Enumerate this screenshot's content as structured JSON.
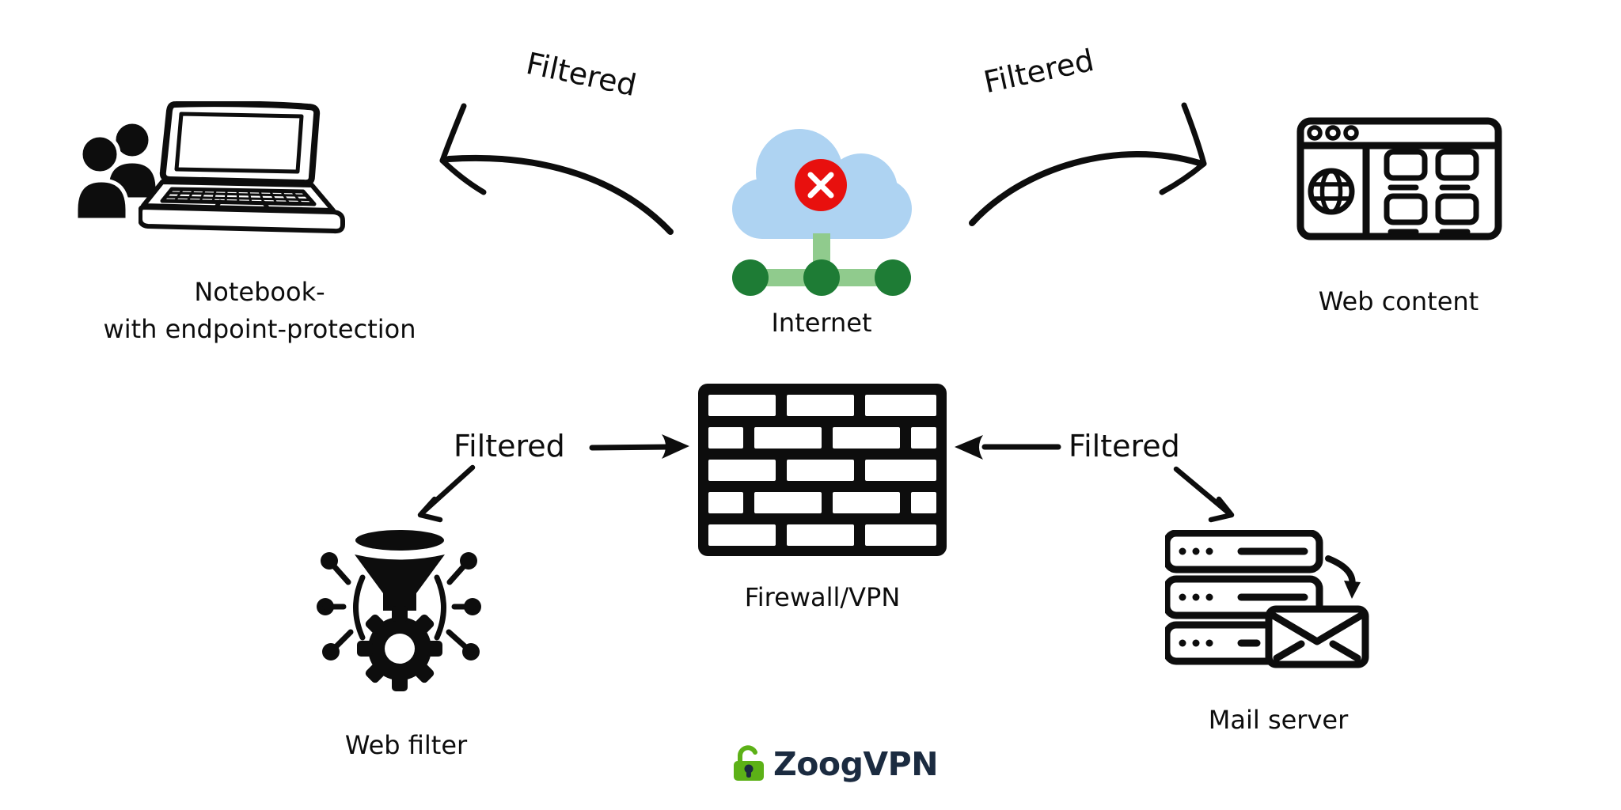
{
  "diagram": {
    "nodes": {
      "notebook": {
        "label_line1": "Notebook-",
        "label_line2": "with endpoint-protection"
      },
      "internet": {
        "label": "Internet"
      },
      "web_content": {
        "label": "Web content"
      },
      "firewall": {
        "label": "Firewall/VPN"
      },
      "web_filter": {
        "label": "Web filter"
      },
      "mail_server": {
        "label": "Mail server"
      }
    },
    "edge_labels": {
      "internet_to_notebook": "Filtered",
      "internet_to_web_content": "Filtered",
      "web_filter_to_firewall": "Filtered",
      "mail_server_to_firewall": "Filtered"
    },
    "logo": {
      "text": "ZoogVPN"
    },
    "colors": {
      "ink": "#0d0d0d",
      "cloud_blue": "#aed3f2",
      "alert_red": "#e8100e",
      "link_green": "#90cb8d",
      "node_green": "#1e7c35",
      "logo_green": "#5cb117",
      "logo_navy": "#1b2b40"
    }
  }
}
